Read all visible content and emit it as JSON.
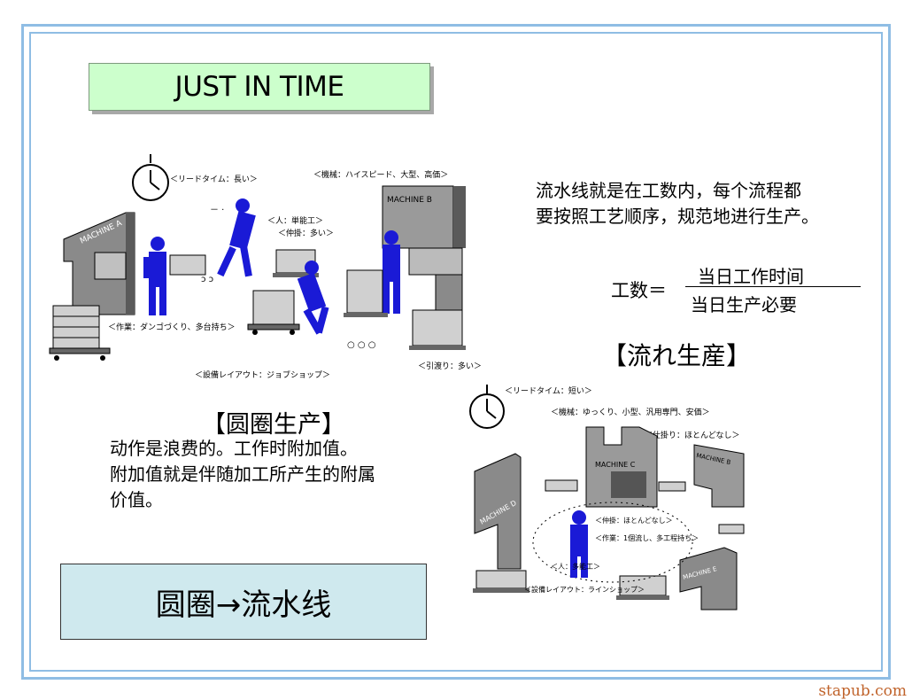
{
  "title": "JUST IN TIME",
  "flow_text": [
    "流水线就是在工数内，每个流程都",
    "要按照工艺顺序，规范地进行生产。"
  ],
  "formula": {
    "lhs": "工数＝",
    "numerator": "当日工作时间",
    "denominator": "当日生产必要"
  },
  "flow_heading": "【流れ生産】",
  "circle_heading": "【圆圈生产】",
  "circle_text": [
    "动作是浪费的。工作时附加值。",
    "附加值就是伴随加工所产生的附属",
    "价值。"
  ],
  "bottom_box": "圆圈→流水线",
  "watermark": "stapub.com",
  "illustration_top": {
    "machine_a": "MACHINE A",
    "machine_b": "MACHINE B",
    "labels": {
      "lead_time": "＜リードタイム：長い＞",
      "machine": "＜機械：ハイスピード、大型、高価＞",
      "person": "＜人：単能工＞",
      "stock": "＜仲掛：多い＞",
      "work": "＜作業：ダンゴづくり、多台持ち＞",
      "layout": "＜設備レイアウト：ジョブショップ＞",
      "transfer": "＜引渡り：多い＞"
    }
  },
  "illustration_bottom": {
    "machine_b": "MACHINE B",
    "machine_c": "MACHINE C",
    "machine_d": "MACHINE D",
    "machine_e": "MACHINE E",
    "labels": {
      "lead_time": "＜リードタイム：短い＞",
      "machine": "＜機械：ゆっくり、小型、汎用専門、安価＞",
      "transfer": "＜仕掛り：ほとんどなし＞",
      "stock": "＜仲掛：ほとんどなし＞",
      "work": "＜作業：1個流し、多工程持ち＞",
      "person": "＜人：多能工＞",
      "layout": "＜設備レイアウト：ラインショップ＞"
    }
  },
  "colors": {
    "frame": "#8fbde4",
    "title_bg": "#ccffcc",
    "box_bg": "#cfe9ee",
    "worker": "#1a1ad6",
    "machine": "#808080",
    "watermark": "#c0632b"
  }
}
